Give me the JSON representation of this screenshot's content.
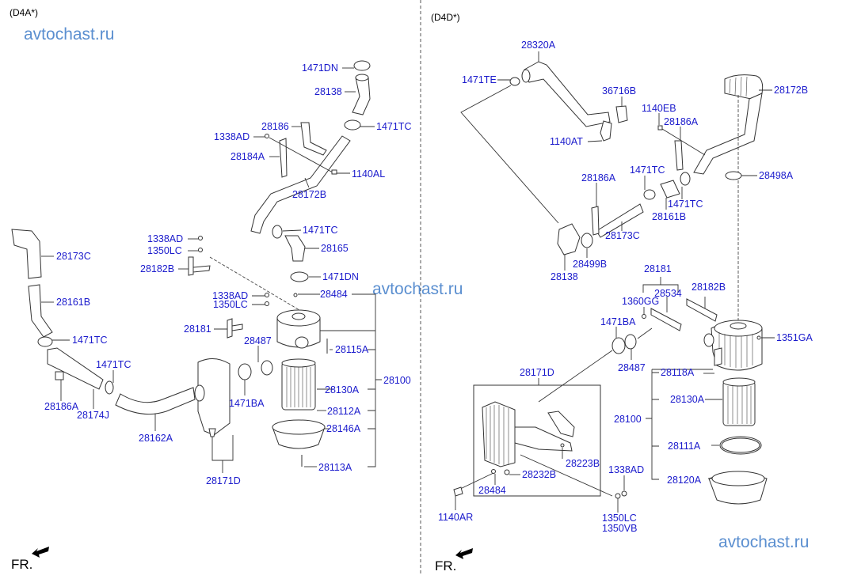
{
  "sections": {
    "left": {
      "title": "(D4A*)"
    },
    "right": {
      "title": "(D4D*)"
    }
  },
  "watermark": "avtochast.ru",
  "front_indicator": "FR.",
  "left_labels": {
    "l1471DN_top": "1471DN",
    "l28138": "28138",
    "l1471TC_a": "1471TC",
    "l28186": "28186",
    "l1338AD_a": "1338AD",
    "l28184A": "28184A",
    "l1140AL": "1140AL",
    "l28172B": "28172B",
    "l28173C": "28173C",
    "l1338AD_b": "1338AD",
    "l1350LC_a": "1350LC",
    "l28182B": "28182B",
    "l1471TC_b": "1471TC",
    "l28165": "28165",
    "l1471DN_b": "1471DN",
    "l28161B": "28161B",
    "l1338AD_c": "1338AD",
    "l1350LC_b": "1350LC",
    "l28484": "28484",
    "l28181": "28181",
    "l28487": "28487",
    "l28115A": "28115A",
    "l1471TC_c": "1471TC",
    "l1471TC_d": "1471TC",
    "l28100": "28100",
    "l28130A": "28130A",
    "l28186A": "28186A",
    "l28174J": "28174J",
    "l1471BA": "1471BA",
    "l28112A": "28112A",
    "l28162A": "28162A",
    "l28146A": "28146A",
    "l28113A": "28113A",
    "l28171D": "28171D"
  },
  "right_labels": {
    "r28320A": "28320A",
    "r1471TE": "1471TE",
    "r36716B": "36716B",
    "r28172B": "28172B",
    "r1140EB": "1140EB",
    "r28186A_a": "28186A",
    "r1140AT": "1140AT",
    "r28186A_b": "28186A",
    "r1471TC_a": "1471TC",
    "r28498A": "28498A",
    "r1471TC_b": "1471TC",
    "r28161B": "28161B",
    "r28173C": "28173C",
    "r28499B": "28499B",
    "r28138": "28138",
    "r28181": "28181",
    "r28182B": "28182B",
    "r28534": "28534",
    "r1360GG": "1360GG",
    "r1471BA": "1471BA",
    "r1351GA": "1351GA",
    "r28487": "28487",
    "r28171D": "28171D",
    "r28118A": "28118A",
    "r28130A": "28130A",
    "r28100": "28100",
    "r28223B": "28223B",
    "r28111A": "28111A",
    "r28232B": "28232B",
    "r1338AD": "1338AD",
    "r28484": "28484",
    "r28120A": "28120A",
    "r1140AR": "1140AR",
    "r1350LC": "1350LC",
    "r1350VB": "1350VB"
  }
}
